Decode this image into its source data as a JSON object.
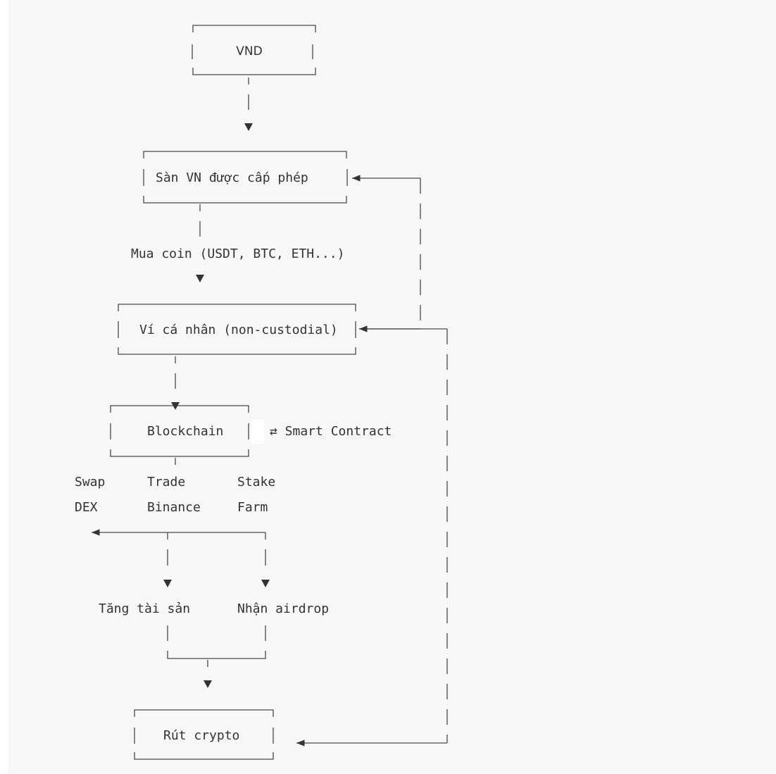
{
  "nodes": {
    "vnd": "VND",
    "exchange": "Sàn VN được cấp phép",
    "wallet": "Ví cá nhân (non-custodial)",
    "blockchain": "Blockchain",
    "smart_contract": "⇄ Smart Contract",
    "withdraw": "Rút crypto"
  },
  "edges": {
    "buy_coin": "Mua coin (USDT, BTC, ETH...)"
  },
  "actions": [
    {
      "line1": "Swap",
      "line2": "DEX"
    },
    {
      "line1": "Trade",
      "line2": "Binance"
    },
    {
      "line1": "Stake",
      "line2": "Farm"
    }
  ],
  "results": {
    "grow_assets": "Tăng tài sản",
    "airdrop": "Nhận airdrop"
  }
}
